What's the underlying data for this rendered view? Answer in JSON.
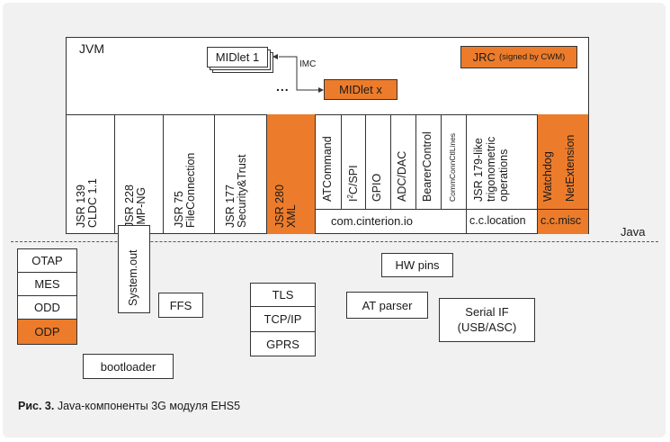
{
  "jvm": {
    "label": "JVM",
    "midlet1": "MIDlet 1",
    "imc": "IMC",
    "dots": "...",
    "midletx": "MIDlet x",
    "jrc": "JRC",
    "jrc_note": "(signed by CWM)"
  },
  "columns": {
    "jsr139": [
      "JSR 139",
      "CLDC 1.1"
    ],
    "jsr228": [
      "JSR 228",
      "IMP-NG"
    ],
    "jsr75": [
      "JSR 75",
      "FileConnection"
    ],
    "jsr177": [
      "JSR 177",
      "Security&Trust"
    ],
    "jsr280": [
      "JSR 280",
      "XML"
    ],
    "atcommand": "ATCommand",
    "i2c_i": "I",
    "i2c_sup": "2",
    "i2c_rest": "C/SPI",
    "gpio": "GPIO",
    "adcdac": "ADC/DAC",
    "bearer": "BearerControl",
    "commctl": "CommConnCtlLines",
    "jsr179": [
      "JSR 179-like",
      "trigonometric",
      "operations"
    ],
    "watchdog": "Watchdog",
    "netext": "NetExtension",
    "cinterion_io": "com.cinterion.io",
    "cc_location": "c.c.location",
    "cc_misc": "c.c.misc"
  },
  "java_label": "Java",
  "system_out": "System.out",
  "native": {
    "otap": "OTAP",
    "mes": "MES",
    "odd": "ODD",
    "odp": "ODP",
    "ffs": "FFS",
    "tls": "TLS",
    "tcpip": "TCP/IP",
    "gprs": "GPRS",
    "hwpins": "HW pins",
    "atparser": "AT parser",
    "serial1": "Serial IF",
    "serial2": "(USB/ASC)",
    "bootloader": "bootloader"
  },
  "caption": {
    "bold": "Рис. 3.",
    "text": " Java-компоненты 3G модуля EHS5"
  },
  "colors": {
    "accent": "#ec7c2b",
    "line": "#333333",
    "background": "#f1f1f1"
  }
}
